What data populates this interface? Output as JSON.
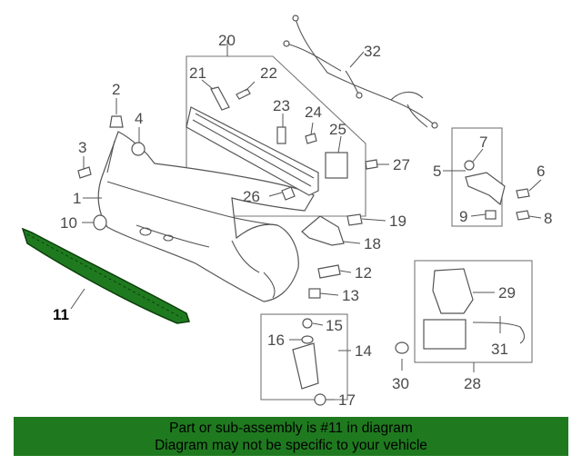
{
  "callouts": {
    "c1": "1",
    "c2": "2",
    "c3": "3",
    "c4": "4",
    "c5": "5",
    "c6": "6",
    "c7": "7",
    "c8": "8",
    "c9": "9",
    "c10": "10",
    "c11": "11",
    "c12": "12",
    "c13": "13",
    "c14": "14",
    "c15": "15",
    "c16": "16",
    "c17": "17",
    "c18": "18",
    "c19": "19",
    "c20": "20",
    "c21": "21",
    "c22": "22",
    "c23": "23",
    "c24": "24",
    "c25": "25",
    "c26": "26",
    "c27": "27",
    "c28": "28",
    "c29": "29",
    "c30": "30",
    "c31": "31",
    "c32": "32"
  },
  "highlight": {
    "part_number": "11",
    "color": "#1f7a1f"
  },
  "banner": {
    "line1": "Part or sub-assembly is #11 in diagram",
    "line2": "Diagram may not be specific to your vehicle",
    "background": "#1f7a1f"
  }
}
